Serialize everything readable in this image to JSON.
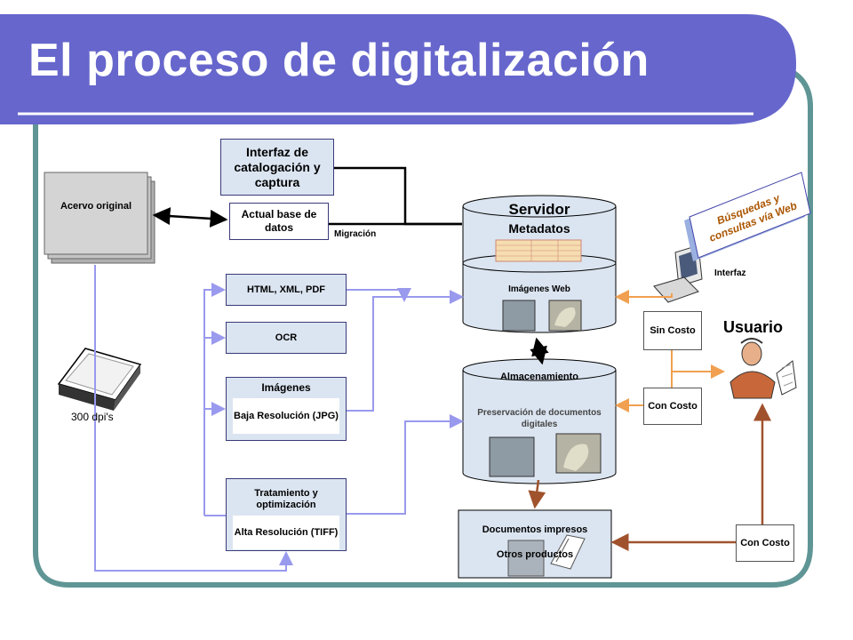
{
  "title": "El proceso de digitalización",
  "colors": {
    "banner": "#6666cc",
    "frame": "#5f9595",
    "box_fill": "#dbe5f1",
    "arrow_orange": "#f0a050",
    "arrow_violet": "#9999ee",
    "arrow_brown": "#a0522d"
  },
  "nodes": {
    "acervo": "Acervo original",
    "catalog": "Interfaz de catalogación y captura",
    "actual_db": "Actual base de datos",
    "migracion": "Migración",
    "html": "HTML, XML, PDF",
    "ocr": "OCR",
    "imagenes": "Imágenes",
    "baja": "Baja Resolución (JPG)",
    "tratamiento": "Tratamiento y optimización",
    "alta": "Alta Resolución (TIFF)",
    "dpi": "300 dpi's",
    "servidor": "Servidor",
    "metadatos": "Metadatos",
    "imagenes_web": "Imágenes Web",
    "almacenamiento": "Almacenamiento",
    "preservacion": "Preservación de documentos digitales",
    "documentos": "Documentos impresos",
    "otros": "Otros productos",
    "busquedas": "Búsquedas y consultas vía Web",
    "interfaz": "Interfaz",
    "usuario": "Usuario",
    "sin_costo": "Sin Costo",
    "con_costo_1": "Con Costo",
    "con_costo_2": "Con Costo"
  },
  "icons": [
    "monitor-icon",
    "scanner-icon",
    "user-icon",
    "book-icon",
    "document-stack-icon"
  ]
}
